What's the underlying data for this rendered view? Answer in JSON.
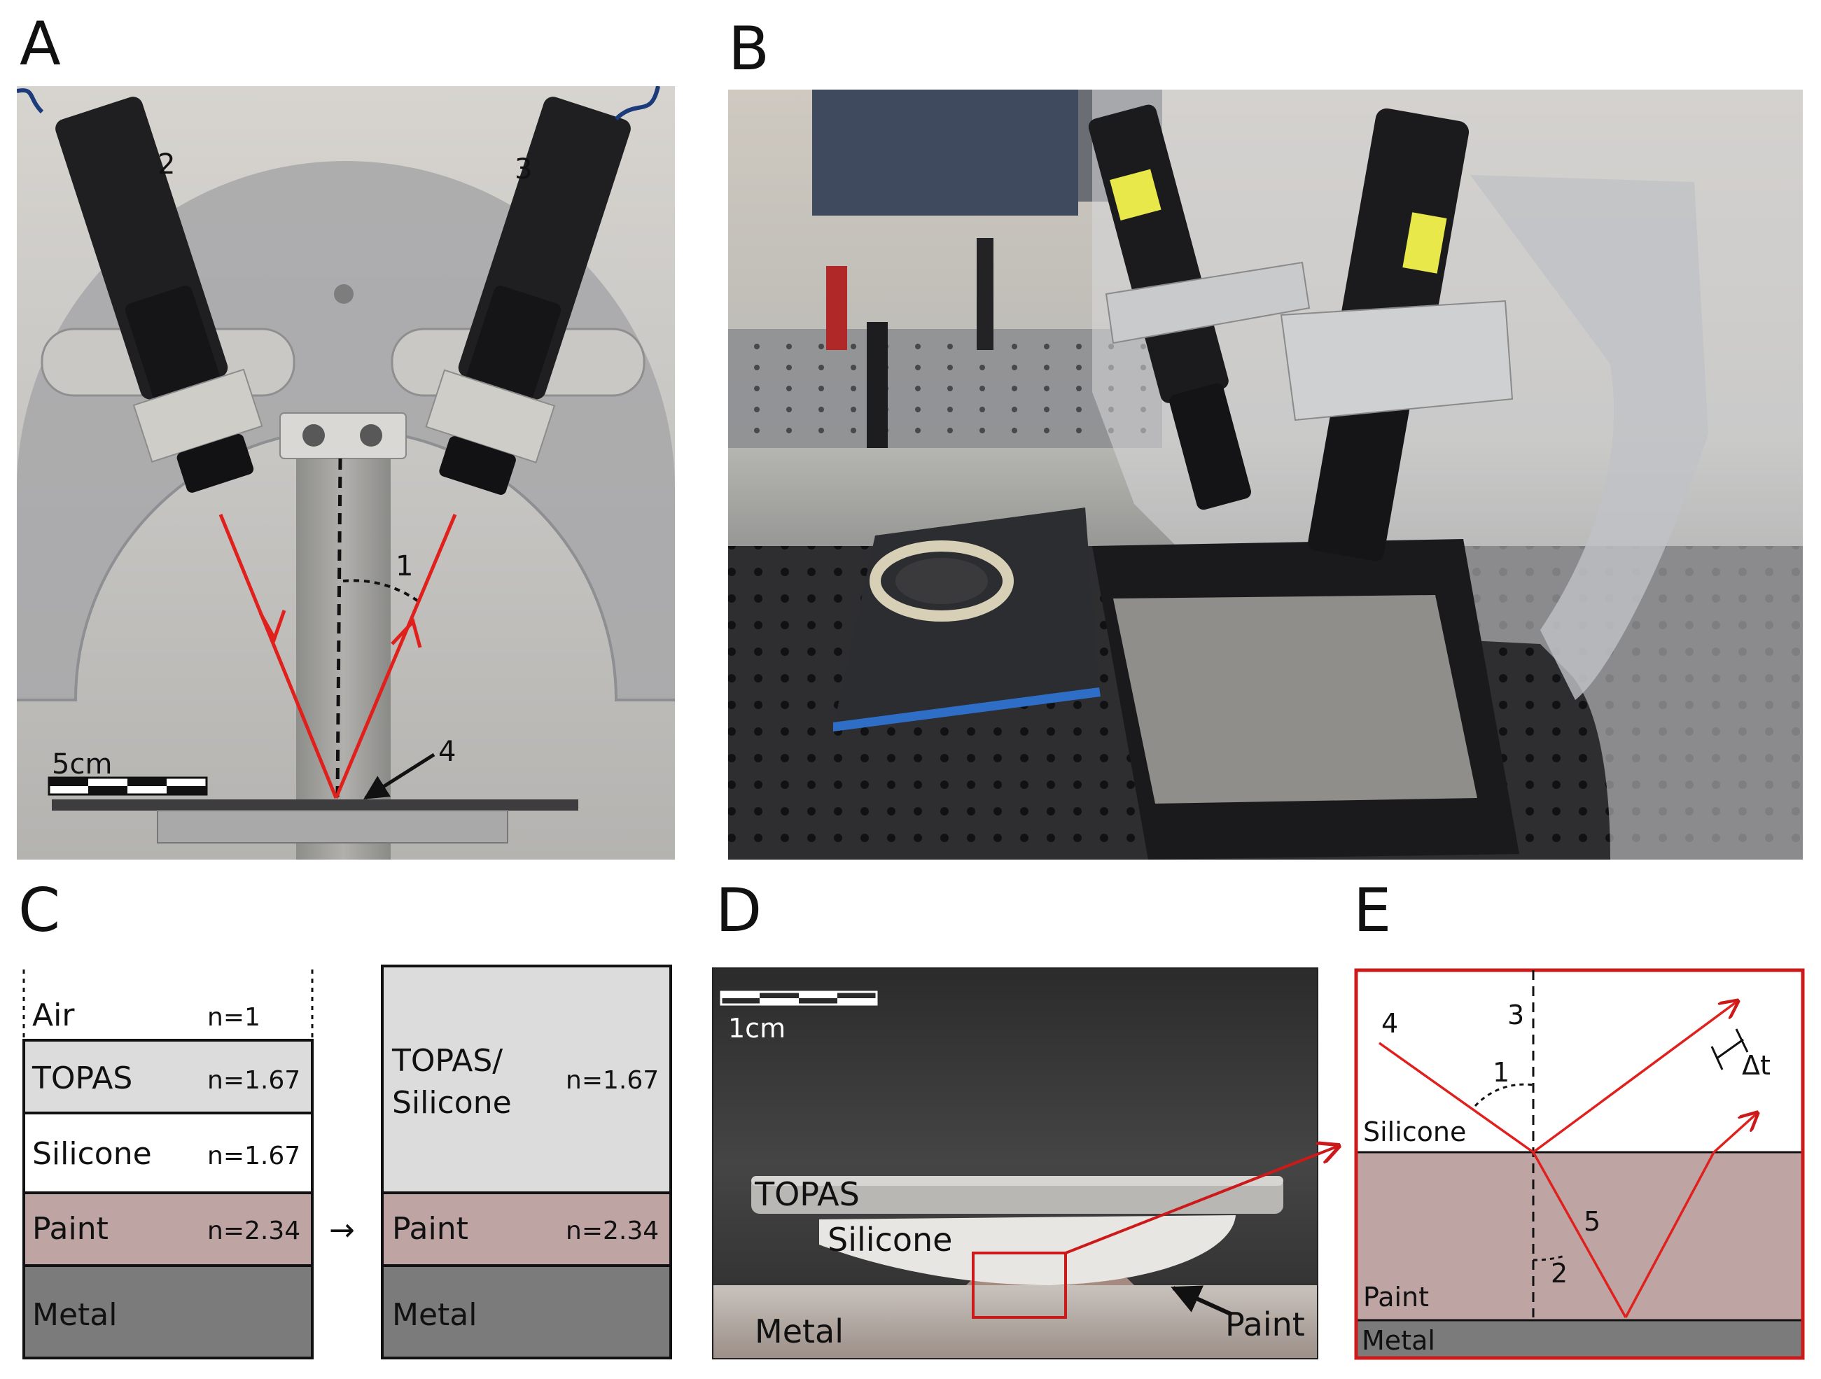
{
  "panels": {
    "a": {
      "label": "A",
      "markers": [
        "2",
        "3",
        "1",
        "4"
      ],
      "scale": "5cm"
    },
    "b": {
      "label": "B"
    },
    "c": {
      "label": "C",
      "left_stack": [
        {
          "name": "Air",
          "n": "n=1"
        },
        {
          "name": "TOPAS",
          "n": "n=1.67"
        },
        {
          "name": "Silicone",
          "n": "n=1.67"
        },
        {
          "name": "Paint",
          "n": "n=2.34"
        },
        {
          "name": "Metal",
          "n": ""
        }
      ],
      "arrow": "→",
      "right_stack": [
        {
          "name_line1": "TOPAS/",
          "name_line2": "Silicone",
          "n": "n=1.67"
        },
        {
          "name": "Paint",
          "n": "n=2.34"
        },
        {
          "name": "Metal",
          "n": ""
        }
      ]
    },
    "d": {
      "label": "D",
      "scale": "1cm",
      "labels": {
        "topas": "TOPAS",
        "silicone": "Silicone",
        "metal": "Metal",
        "paint": "Paint"
      }
    },
    "e": {
      "label": "E",
      "markers": [
        "4",
        "3",
        "1",
        "5",
        "2"
      ],
      "dt": "Δt",
      "layers": {
        "silicone": "Silicone",
        "paint": "Paint",
        "metal": "Metal"
      }
    }
  },
  "colors": {
    "ray": "#e0201c",
    "zoom_box": "#cc1a1a",
    "topas_fill": "#dcdcdc",
    "paint_fill": "#bfa4a4",
    "metal_fill": "#7b7b7b"
  }
}
